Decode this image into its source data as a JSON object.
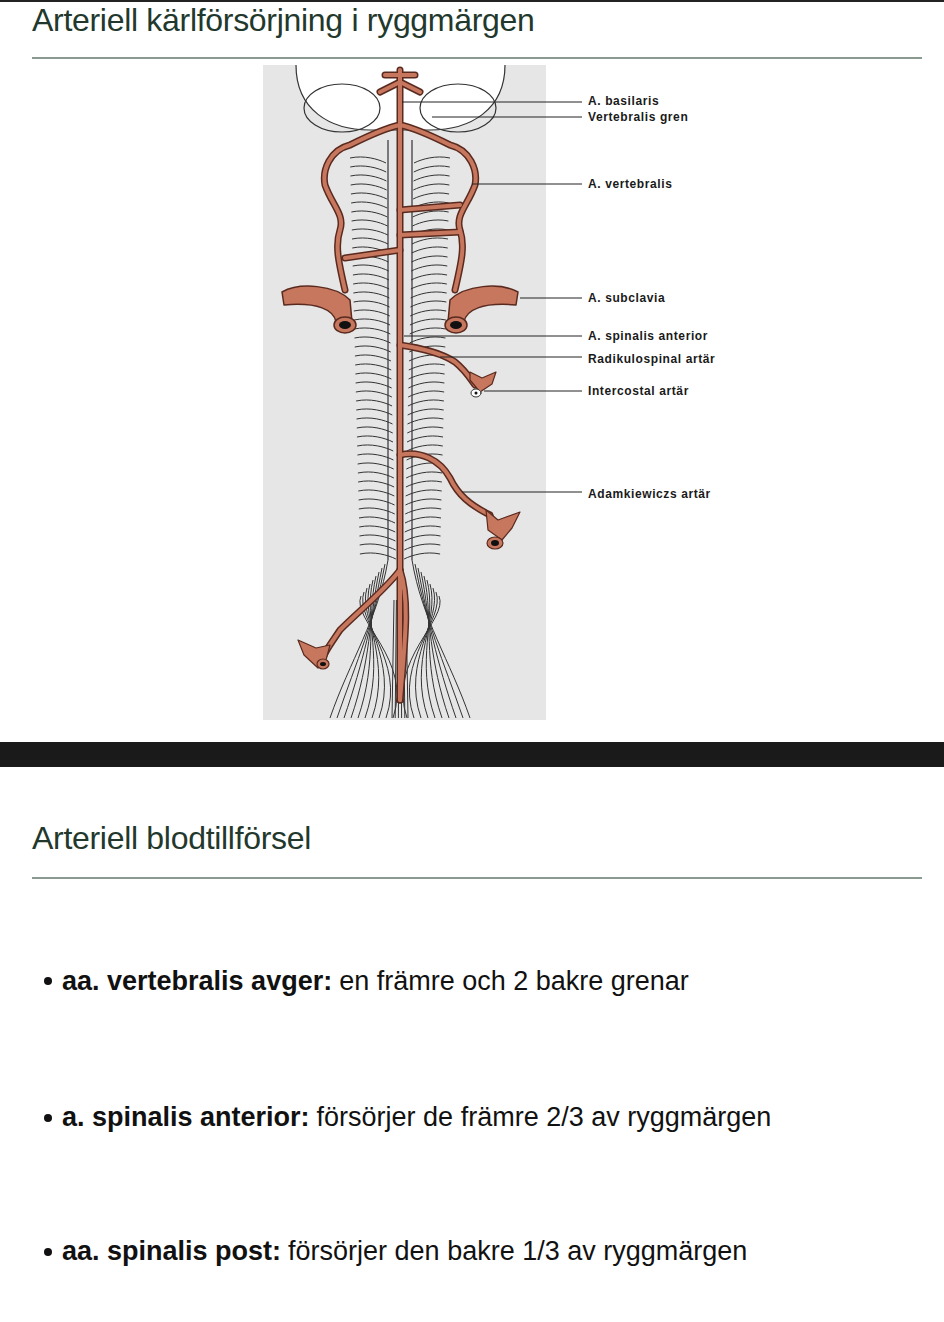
{
  "diagram": {
    "title": "Arteriell kärlförsörjning i ryggmärgen",
    "labels": [
      "A. basilaris",
      "Vertebralis gren",
      "A. vertebralis",
      "A. subclavia",
      "A. spinalis anterior",
      "Radikulospinal artär",
      "Intercostal artär",
      "Adamkiewiczs artär",
      "Arteriell blodtillförsel",
      "aa. vertebralis avger:",
      "en främre och 2 bakre grenar",
      "a. spinalis anterior:",
      "försörjer de främre 2/3 av ryggmärgen",
      "aa. spinalis post:",
      "försörjer den bakre 1/3 av ryggmärgen"
    ]
  }
}
